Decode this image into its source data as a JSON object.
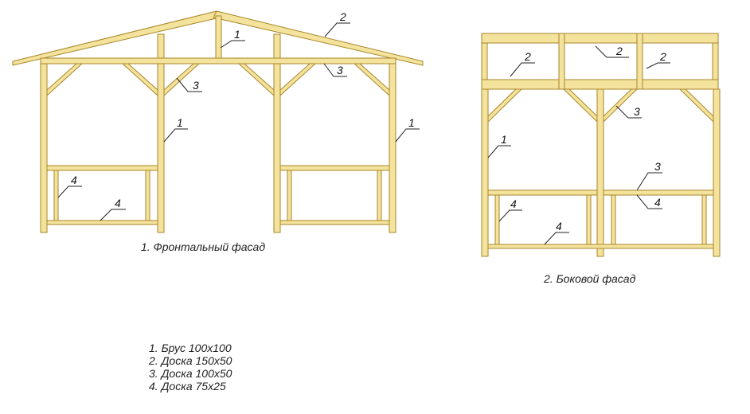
{
  "front_caption": "1. Фронтальный  фасад",
  "side_caption": "2.  Боковой  фасад",
  "legend": [
    "1. Брус 100x100",
    "2. Доска 150x50",
    "3. Доска 100x50",
    "4. Доска 75x25"
  ],
  "callout_numbers": {
    "beam": "1",
    "board_150x50": "2",
    "board_100x50": "3",
    "board_75x25": "4"
  },
  "colors": {
    "wood_fill": "#f4e39c",
    "wood_outline": "#a8862a",
    "leader": "#222222"
  }
}
